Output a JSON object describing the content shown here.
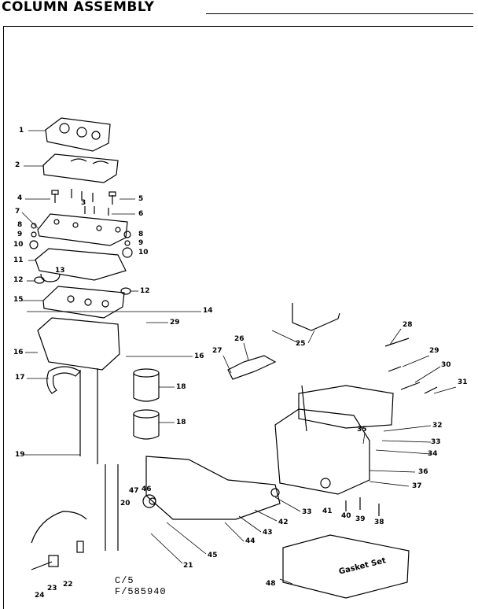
{
  "title": "COLUMN ASSEMBLY",
  "reference": {
    "line1": "C/5",
    "line2": "F/585940"
  },
  "gasket_set_label": "Gasket Set",
  "callouts": [
    {
      "id": "c1",
      "label": "1"
    },
    {
      "id": "c2",
      "label": "2"
    },
    {
      "id": "c3",
      "label": "3"
    },
    {
      "id": "c4",
      "label": "4"
    },
    {
      "id": "c5",
      "label": "5"
    },
    {
      "id": "c6",
      "label": "6"
    },
    {
      "id": "c7",
      "label": "7"
    },
    {
      "id": "c8",
      "label": "8"
    },
    {
      "id": "c8b",
      "label": "8"
    },
    {
      "id": "c9",
      "label": "9"
    },
    {
      "id": "c9b",
      "label": "9"
    },
    {
      "id": "c10",
      "label": "10"
    },
    {
      "id": "c10b",
      "label": "10"
    },
    {
      "id": "c11",
      "label": "11"
    },
    {
      "id": "c12",
      "label": "12"
    },
    {
      "id": "c12b",
      "label": "12"
    },
    {
      "id": "c13",
      "label": "13"
    },
    {
      "id": "c14",
      "label": "14"
    },
    {
      "id": "c15",
      "label": "15"
    },
    {
      "id": "c16",
      "label": "16"
    },
    {
      "id": "c16b",
      "label": "16"
    },
    {
      "id": "c17",
      "label": "17"
    },
    {
      "id": "c18",
      "label": "18"
    },
    {
      "id": "c18b",
      "label": "18"
    },
    {
      "id": "c19",
      "label": "19"
    },
    {
      "id": "c20",
      "label": "20"
    },
    {
      "id": "c21",
      "label": "21"
    },
    {
      "id": "c22",
      "label": "22"
    },
    {
      "id": "c23",
      "label": "23"
    },
    {
      "id": "c24",
      "label": "24"
    },
    {
      "id": "c25",
      "label": "25"
    },
    {
      "id": "c26",
      "label": "26"
    },
    {
      "id": "c27",
      "label": "27"
    },
    {
      "id": "c28",
      "label": "28"
    },
    {
      "id": "c29",
      "label": "29"
    },
    {
      "id": "c29b",
      "label": "29"
    },
    {
      "id": "c30",
      "label": "30"
    },
    {
      "id": "c31",
      "label": "31"
    },
    {
      "id": "c32",
      "label": "32"
    },
    {
      "id": "c33",
      "label": "33"
    },
    {
      "id": "c33b",
      "label": "33"
    },
    {
      "id": "c34",
      "label": "34"
    },
    {
      "id": "c35",
      "label": "35"
    },
    {
      "id": "c36",
      "label": "36"
    },
    {
      "id": "c37",
      "label": "37"
    },
    {
      "id": "c38",
      "label": "38"
    },
    {
      "id": "c39",
      "label": "39"
    },
    {
      "id": "c40",
      "label": "40"
    },
    {
      "id": "c41",
      "label": "41"
    },
    {
      "id": "c42",
      "label": "42"
    },
    {
      "id": "c43",
      "label": "43"
    },
    {
      "id": "c44",
      "label": "44"
    },
    {
      "id": "c45",
      "label": "45"
    },
    {
      "id": "c46",
      "label": "46"
    },
    {
      "id": "c47",
      "label": "47"
    },
    {
      "id": "c48",
      "label": "48"
    }
  ]
}
